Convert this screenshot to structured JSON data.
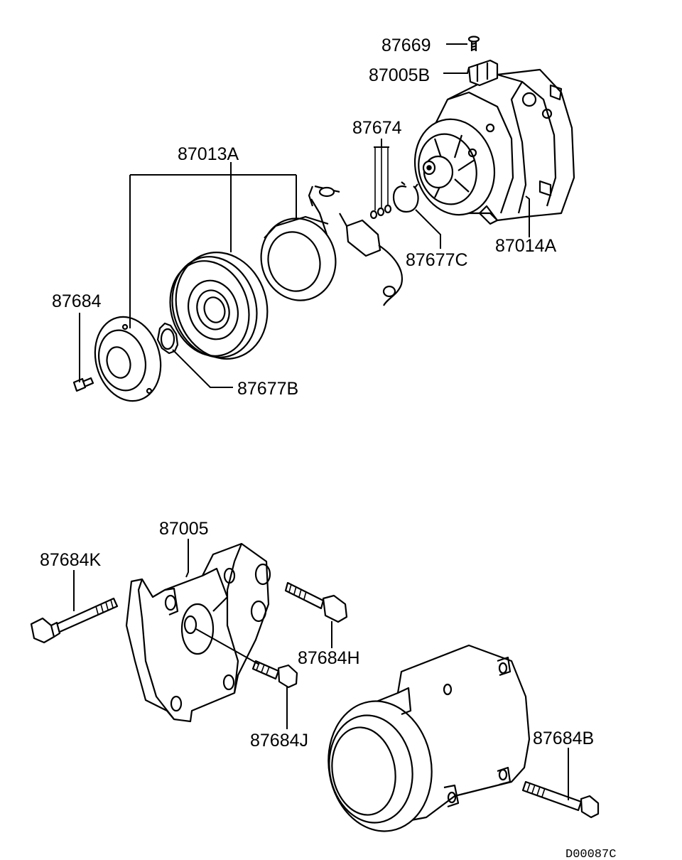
{
  "diagram_code": "D00087C",
  "labels": {
    "p87669": "87669",
    "p87005B": "87005B",
    "p87674": "87674",
    "p87013A": "87013A",
    "p87014A": "87014A",
    "p87677C": "87677C",
    "p87684": "87684",
    "p87677B": "87677B",
    "p87005": "87005",
    "p87684K": "87684K",
    "p87684H": "87684H",
    "p87684J": "87684J",
    "p87684B": "87684B"
  }
}
